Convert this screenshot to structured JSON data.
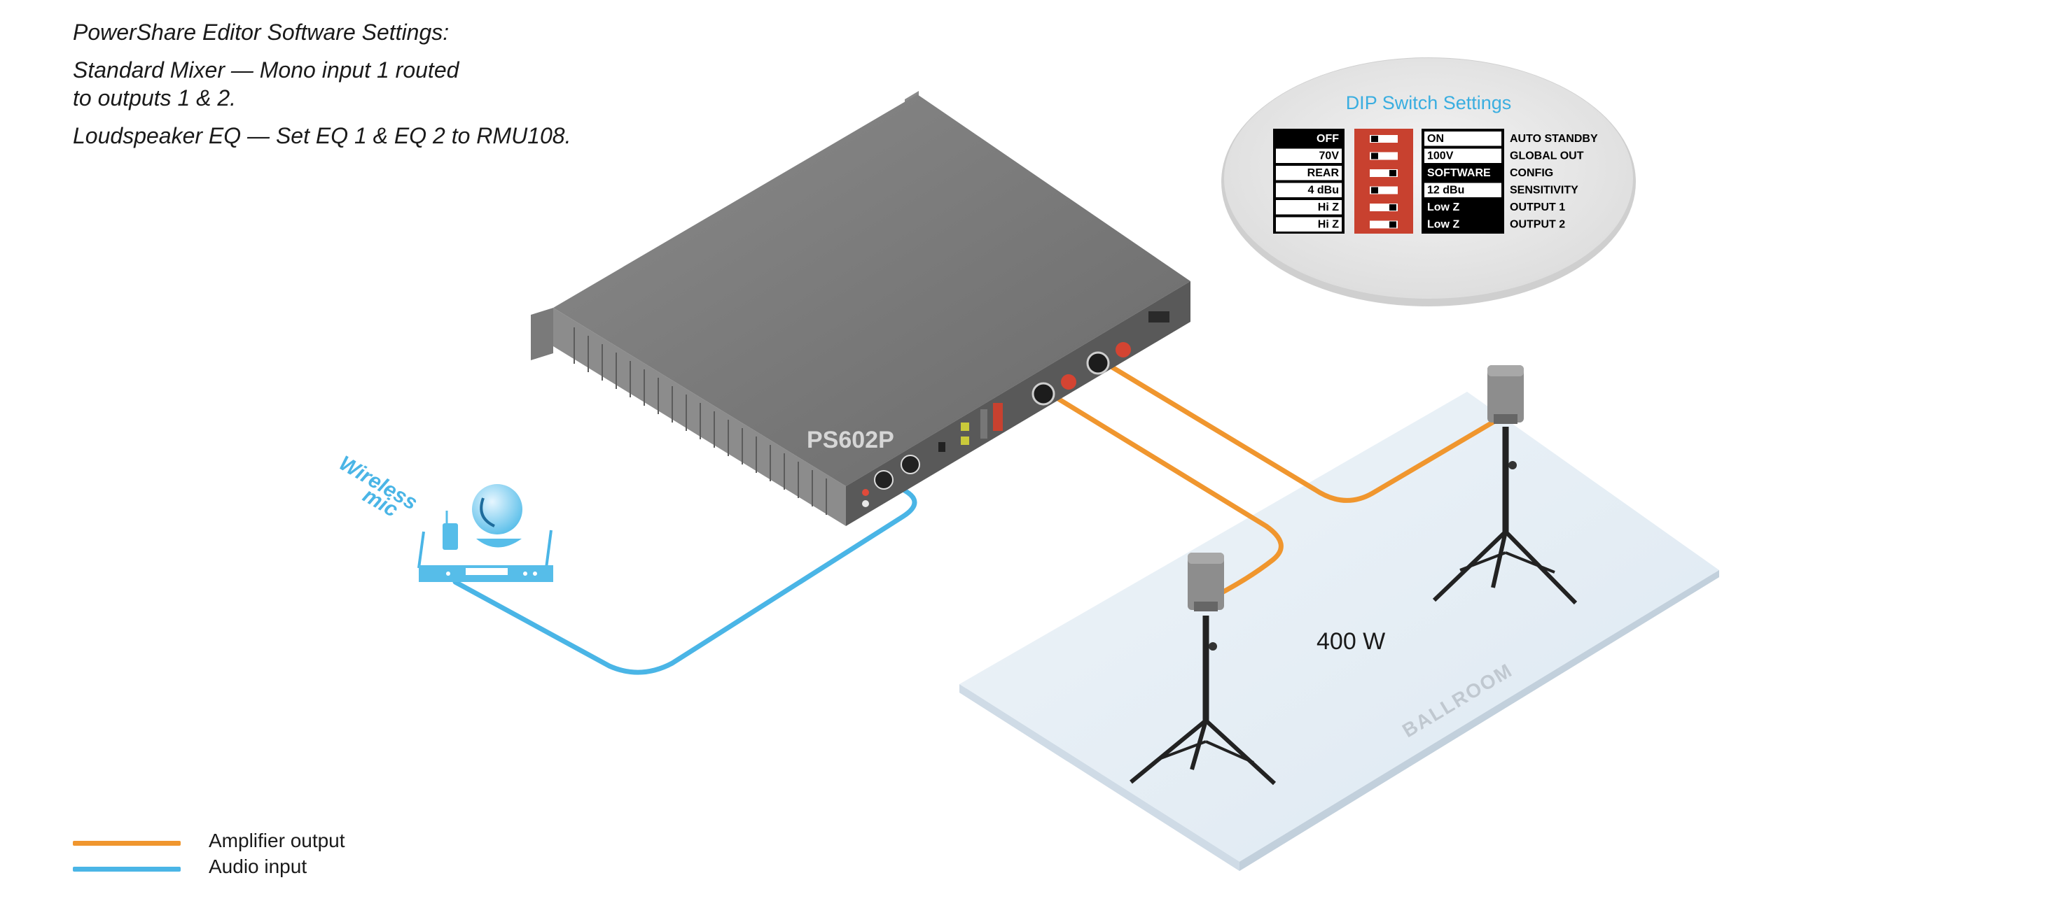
{
  "notes": {
    "heading": "PowerShare Editor Software Settings:",
    "mixer_line1": "Standard Mixer — Mono input 1 routed",
    "mixer_line2": "to outputs 1 & 2.",
    "eq_line": "Loudspeaker EQ — Set EQ 1 & EQ 2 to RMU108."
  },
  "amplifier": {
    "model": "PS602P"
  },
  "wireless": {
    "label_line1": "Wireless",
    "label_line2": "mic"
  },
  "room": {
    "name": "BALLROOM",
    "power": "400 W"
  },
  "dip": {
    "title": "DIP Switch Settings",
    "rows": [
      {
        "left": "OFF",
        "right": "ON",
        "function": "AUTO STANDBY",
        "highlight": "left"
      },
      {
        "left": "70V",
        "right": "100V",
        "function": "GLOBAL OUT",
        "highlight": "none"
      },
      {
        "left": "REAR",
        "right": "SOFTWARE",
        "function": "CONFIG",
        "highlight": "right"
      },
      {
        "left": "4 dBu",
        "right": "12 dBu",
        "function": "SENSITIVITY",
        "highlight": "none"
      },
      {
        "left": "Hi Z",
        "right": "Low Z",
        "function": "OUTPUT 1",
        "highlight": "right"
      },
      {
        "left": "Hi Z",
        "right": "Low Z",
        "function": "OUTPUT 2",
        "highlight": "right"
      }
    ]
  },
  "legend": [
    {
      "label": "Amplifier output",
      "color": "#f0962e"
    },
    {
      "label": "Audio input",
      "color": "#4ab5e6"
    }
  ],
  "colors": {
    "amp_cable": "#f0962e",
    "audio_cable": "#4ab5e6",
    "dip_red": "#c8412f",
    "dip_title": "#3aaee0",
    "floor": "#e3edf5"
  }
}
